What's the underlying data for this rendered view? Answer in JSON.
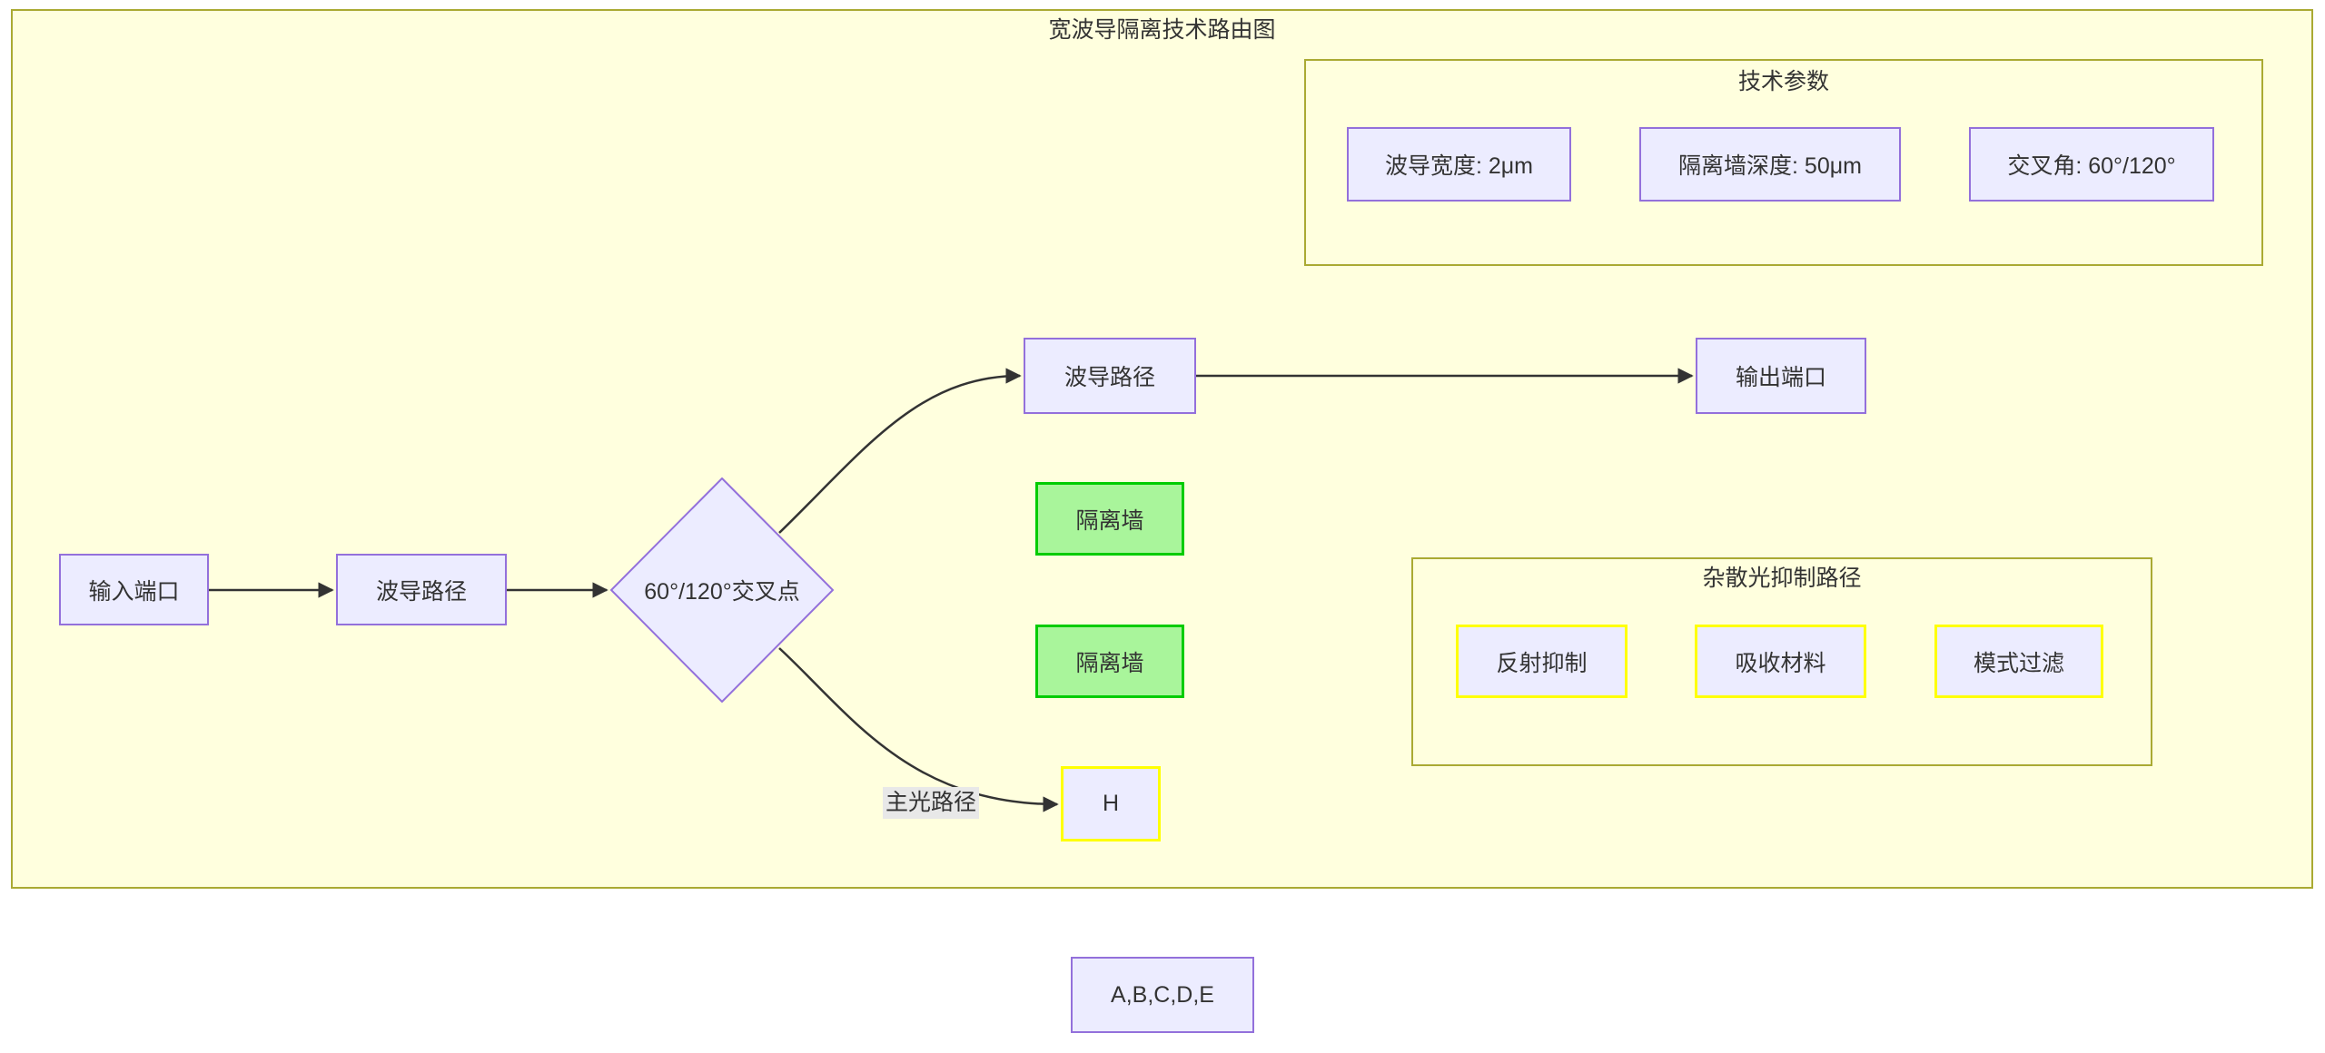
{
  "diagram": {
    "title": "宽波导隔离技术路由图",
    "main_flow": {
      "input_port": "输入端口",
      "waveguide_path_1": "波导路径",
      "crossing_point": "60°/120°交叉点",
      "waveguide_path_2": "波导路径",
      "output_port": "输出端口"
    },
    "isolation_walls": [
      "隔离墙",
      "隔离墙"
    ],
    "h_node": "H",
    "edge_label_main_light_path": "主光路径",
    "bottom_node": "A,B,C,D,E",
    "subgraphs": {
      "tech_params": {
        "title": "技术参数",
        "items": [
          "波导宽度: 2μm",
          "隔离墙深度: 50μm",
          "交叉角: 60°/120°"
        ]
      },
      "stray_light": {
        "title": "杂散光抑制路径",
        "items": [
          "反射抑制",
          "吸收材料",
          "模式过滤"
        ]
      }
    },
    "colors": {
      "node_fill": "#ECECFF",
      "node_border": "#9370DB",
      "wall_fill": "#a9f59b",
      "wall_border": "#00cc00",
      "highlight_border": "#ffff00",
      "subgraph_fill": "#ffffde",
      "subgraph_border": "#aaaa33",
      "edge": "#333333",
      "edge_label_bg": "#e8e8e8"
    }
  }
}
